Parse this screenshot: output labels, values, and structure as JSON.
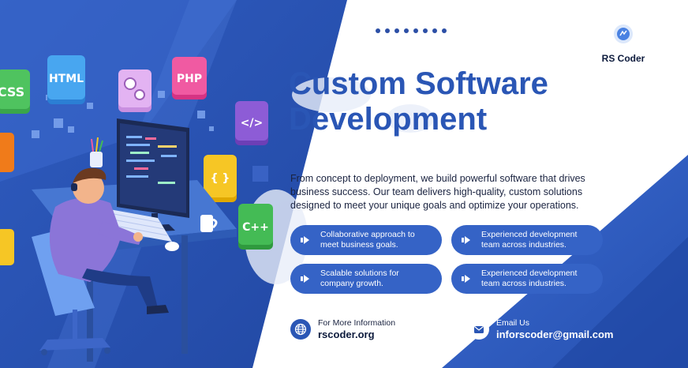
{
  "brand": {
    "name": "RS Coder"
  },
  "hero": {
    "title_line1": "Custom Software",
    "title_line2": "Development",
    "description": "From concept to deployment, we build powerful software that drives business success. Our team delivers high-quality, custom solutions designed to meet your unique goals and optimize your operations."
  },
  "features": [
    {
      "line1": "Collaborative approach to",
      "line2": "meet business goals."
    },
    {
      "line1": "Experienced development",
      "line2": "team across industries."
    },
    {
      "line1": "Scalable solutions for",
      "line2": "company growth."
    },
    {
      "line1": "Experienced development",
      "line2": "team across industries."
    }
  ],
  "contact": {
    "web_label": "For More Information",
    "web_value": "rscoder.org",
    "email_label": "Email Us",
    "email_value": "inforscoder@gmail.com"
  },
  "tiles": {
    "html": "HTML",
    "css": "CSS",
    "php": "PHP",
    "code": "</>",
    "braces": "{ }",
    "cpp": "C++"
  },
  "icons": {
    "feature": "arrow-right-icon",
    "web": "globe-icon",
    "email": "mail-icon",
    "logo": "rs-coder-logo"
  },
  "colors": {
    "primary": "#2a56b5",
    "pill": "#3563c6",
    "dark_text": "#0d1b3d"
  }
}
